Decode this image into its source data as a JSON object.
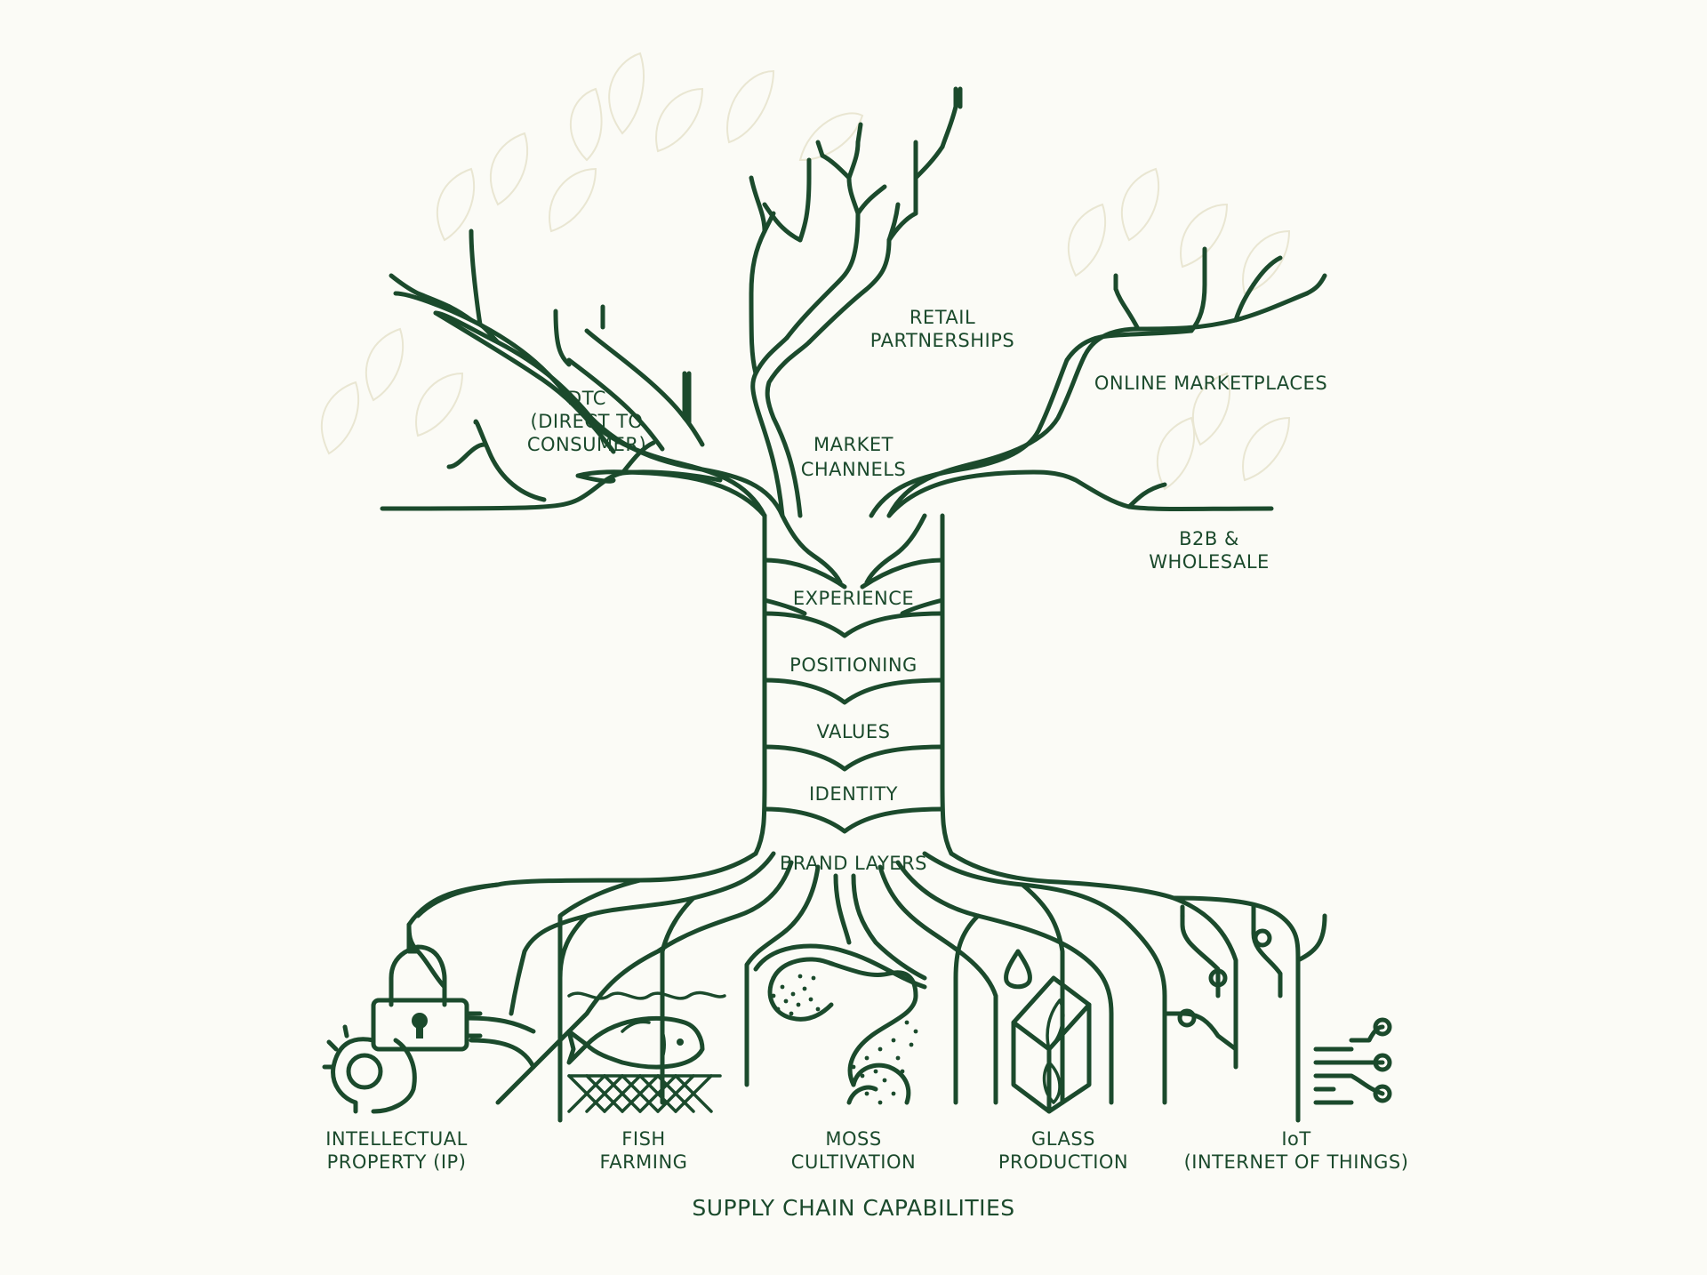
{
  "branches": {
    "center": [
      "MARKET",
      "CHANNELS"
    ],
    "dtc": [
      "DTC",
      "(DIRECT TO",
      "CONSUMER)"
    ],
    "retail": [
      "RETAIL",
      "PARTNERSHIPS"
    ],
    "online": [
      "ONLINE MARKETPLACES"
    ],
    "b2b": [
      "B2B &",
      "WHOLESALE"
    ]
  },
  "trunk_layers": [
    "EXPERIENCE",
    "POSITIONING",
    "VALUES",
    "IDENTITY",
    "BRAND LAYERS"
  ],
  "roots": {
    "ip": [
      "INTELLECTUAL",
      "PROPERTY (IP)"
    ],
    "fish": [
      "FISH",
      "FARMING"
    ],
    "moss": [
      "MOSS",
      "CULTIVATION"
    ],
    "glass": [
      "GLASS",
      "PRODUCTION"
    ],
    "iot": [
      "IoT",
      "(INTERNET OF THINGS)"
    ]
  },
  "footer_title": "SUPPLY CHAIN CAPABILITIES",
  "icons": [
    "padlock-icon",
    "gear-icon",
    "fish-icon",
    "waves-icon",
    "net-icon",
    "moss-icon",
    "droplet-icon",
    "crystal-cube-icon",
    "circuit-icon"
  ],
  "colors": {
    "line": "#1b4a2c",
    "background": "#fbfbf6",
    "leaf_watermark": "#e9e6d2"
  }
}
